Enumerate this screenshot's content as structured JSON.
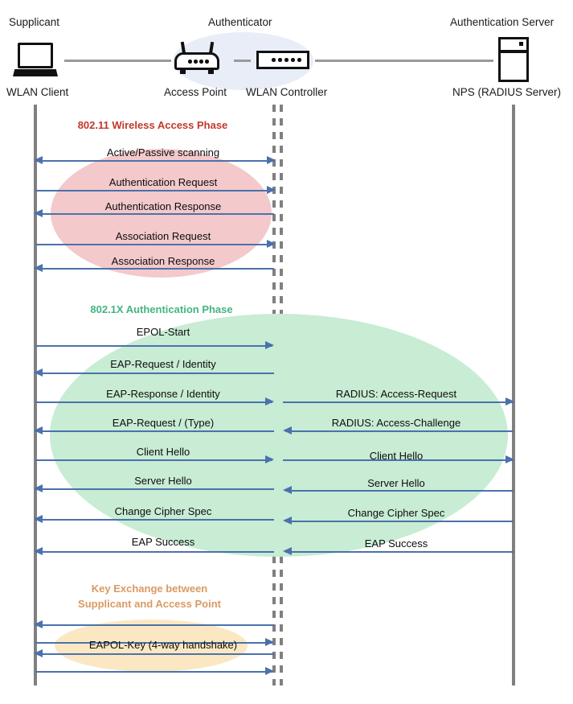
{
  "diagram": {
    "title": "802.1X / WPA2-Enterprise WLAN authentication sequence",
    "colors": {
      "arrow": "#4a72ab",
      "lifeline": "#808080",
      "phase_red_fill": "#f3c9cb",
      "phase_green_fill": "#c8ecd4",
      "phase_orange_fill": "#fbe8c3",
      "authenticator_fill": "#e8edf7",
      "phase_red_text": "#c0392b",
      "phase_green_text": "#43b581",
      "phase_orange_text": "#d99a62"
    }
  },
  "actors": {
    "roles": [
      {
        "name": "supplicant",
        "title": "Supplicant",
        "label": "WLAN Client",
        "icon": "laptop-icon"
      },
      {
        "name": "authenticator",
        "title": "Authenticator",
        "label": "Access Point",
        "icon": "access-point-icon"
      },
      {
        "name": "wlan-controller",
        "title": "",
        "label": "WLAN Controller",
        "icon": "wlan-controller-icon"
      },
      {
        "name": "authentication-server",
        "title": "Authentication Server",
        "label": "NPS (RADIUS Server)",
        "icon": "server-icon"
      }
    ]
  },
  "phases": [
    {
      "id": "wireless-access",
      "title": "802.11 Wireless Access Phase",
      "color": "#c0392b",
      "messages": [
        {
          "label": "Active/Passive scanning",
          "direction": "left",
          "side": "left"
        },
        {
          "label": "Authentication Request",
          "direction": "right",
          "side": "left"
        },
        {
          "label": "Authentication Response",
          "direction": "left",
          "side": "left"
        },
        {
          "label": "Association Request",
          "direction": "right",
          "side": "left"
        },
        {
          "label": "Association Response",
          "direction": "left",
          "side": "left"
        }
      ]
    },
    {
      "id": "dot1x-authentication",
      "title": "802.1X Authentication Phase",
      "color": "#43b581",
      "messages": [
        {
          "label": "EPOL-Start",
          "direction": "right",
          "side": "left"
        },
        {
          "label": "EAP-Request / Identity",
          "direction": "left",
          "side": "left"
        },
        {
          "label": "EAP-Response / Identity",
          "direction": "right",
          "side": "left"
        },
        {
          "label": "RADIUS: Access-Request",
          "direction": "right",
          "side": "right"
        },
        {
          "label": "EAP-Request / (Type)",
          "direction": "left",
          "side": "left"
        },
        {
          "label": "RADIUS: Access-Challenge",
          "direction": "left",
          "side": "right"
        },
        {
          "label": "Client Hello",
          "direction": "right",
          "side": "left"
        },
        {
          "label": "Client Hello",
          "direction": "right",
          "side": "right"
        },
        {
          "label": "Server Hello",
          "direction": "left",
          "side": "left"
        },
        {
          "label": "Server Hello",
          "direction": "left",
          "side": "right"
        },
        {
          "label": "Change Cipher Spec",
          "direction": "left",
          "side": "left"
        },
        {
          "label": "Change Cipher Spec",
          "direction": "left",
          "side": "right"
        },
        {
          "label": "EAP Success",
          "direction": "left",
          "side": "left"
        },
        {
          "label": "EAP Success",
          "direction": "left",
          "side": "right"
        }
      ]
    },
    {
      "id": "key-exchange",
      "title_line1": "Key Exchange between",
      "title_line2": "Supplicant and Access Point",
      "color": "#d99a62",
      "messages": [
        {
          "label": "",
          "direction": "left",
          "side": "left"
        },
        {
          "label": "",
          "direction": "right",
          "side": "left"
        },
        {
          "label": "EAPOL-Key (4-way handshake)",
          "direction": "left",
          "side": "left"
        },
        {
          "label": "",
          "direction": "right",
          "side": "left"
        }
      ]
    }
  ]
}
